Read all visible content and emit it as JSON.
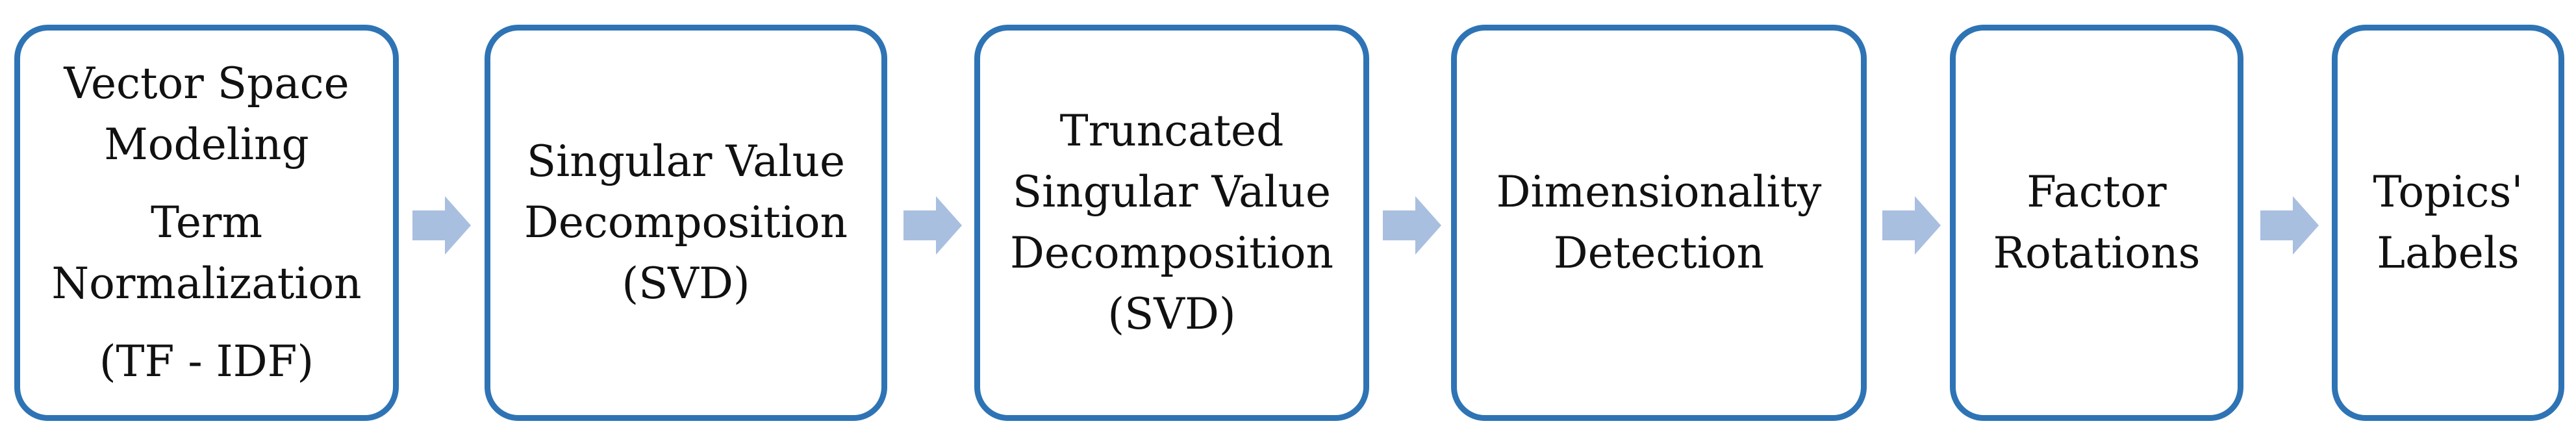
{
  "steps": [
    {
      "groups": [
        [
          "Vector Space",
          "Modeling"
        ],
        [
          "Term",
          "Normalization"
        ],
        [
          "(TF - IDF)"
        ]
      ]
    },
    {
      "groups": [
        [
          "Singular Value",
          "Decomposition",
          "(SVD)"
        ]
      ]
    },
    {
      "groups": [
        [
          "Truncated",
          "Singular Value",
          "Decomposition",
          "(SVD)"
        ]
      ]
    },
    {
      "groups": [
        [
          "Dimensionality",
          "Detection"
        ]
      ]
    },
    {
      "groups": [
        [
          "Factor",
          "Rotations"
        ]
      ]
    },
    {
      "groups": [
        [
          "Topics'",
          "Labels"
        ]
      ]
    }
  ],
  "colors": {
    "box_border": "#2e74b5",
    "arrow_fill": "#a9bfe0",
    "text": "#111111"
  }
}
